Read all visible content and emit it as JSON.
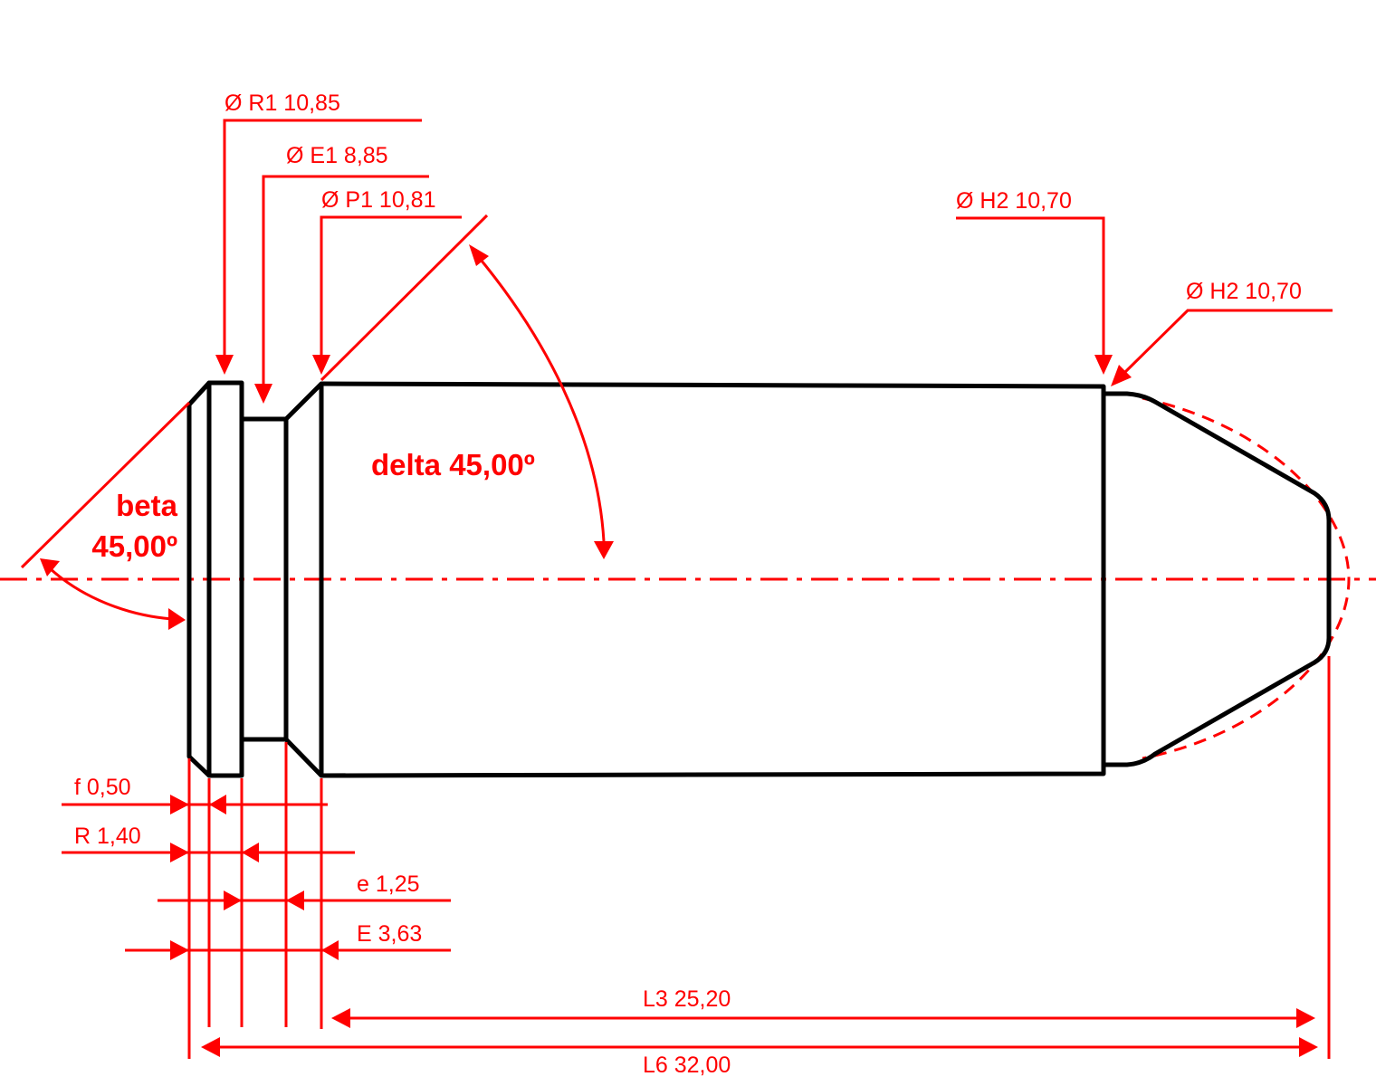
{
  "drawing": {
    "subject": "cartridge cross-section technical drawing",
    "line_color": "#ff0000",
    "outline_color": "#000000"
  },
  "diameters": [
    {
      "id": "R1",
      "label": "Ø R1  10,85",
      "symbol": "Ø",
      "name": "R1",
      "value": "10,85"
    },
    {
      "id": "E1",
      "label": "Ø E1  8,85",
      "symbol": "Ø",
      "name": "E1",
      "value": "8,85"
    },
    {
      "id": "P1",
      "label": "Ø P1  10,81",
      "symbol": "Ø",
      "name": "P1",
      "value": "10,81"
    },
    {
      "id": "H2a",
      "label": "Ø H2  10,70",
      "symbol": "Ø",
      "name": "H2",
      "value": "10,70"
    },
    {
      "id": "H2b",
      "label": "Ø H2  10,70",
      "symbol": "Ø",
      "name": "H2",
      "value": "10,70"
    }
  ],
  "angles": {
    "beta": {
      "name": "beta",
      "value": "45,00º"
    },
    "delta": {
      "label": "delta  45,00º",
      "name": "delta",
      "value": "45,00º"
    }
  },
  "lengths": [
    {
      "id": "f",
      "label": "f  0,50",
      "name": "f",
      "value": "0,50"
    },
    {
      "id": "R",
      "label": "R  1,40",
      "name": "R",
      "value": "1,40"
    },
    {
      "id": "e",
      "label": "e  1,25",
      "name": "e",
      "value": "1,25"
    },
    {
      "id": "E",
      "label": "E  3,63",
      "name": "E",
      "value": "3,63"
    },
    {
      "id": "L3",
      "label": "L3  25,20",
      "name": "L3",
      "value": "25,20"
    },
    {
      "id": "L6",
      "label": "L6  32,00",
      "name": "L6",
      "value": "32,00"
    }
  ]
}
